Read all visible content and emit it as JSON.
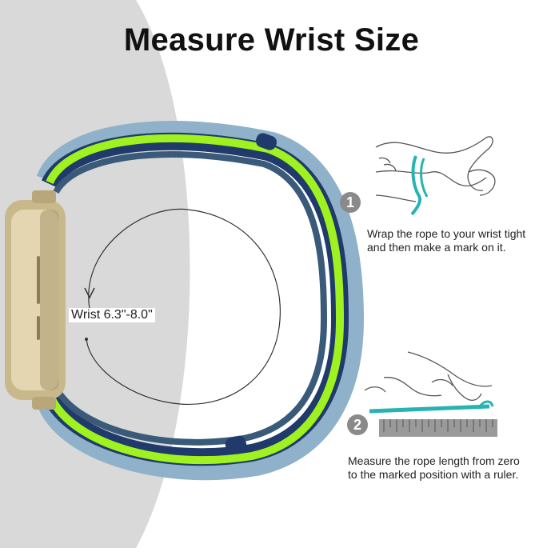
{
  "title": "Measure Wrist Size",
  "wrist_label": "Wrist 6.3\"-8.0\"",
  "steps": [
    {
      "number": "1",
      "text_line1": "Wrap the rope to your wrist tight",
      "text_line2": "and then make a mark on it."
    },
    {
      "number": "2",
      "text_line1": "Measure the rope length from zero",
      "text_line2": "to the marked position with a ruler."
    }
  ],
  "colors": {
    "band_green": "#9ff21f",
    "band_navy": "#1f3a6b",
    "band_blue_grey": "#8fb1c9",
    "case_gold": "#c9b88a",
    "rope_teal": "#27b3b0",
    "background_grey": "#d9d9d9"
  }
}
